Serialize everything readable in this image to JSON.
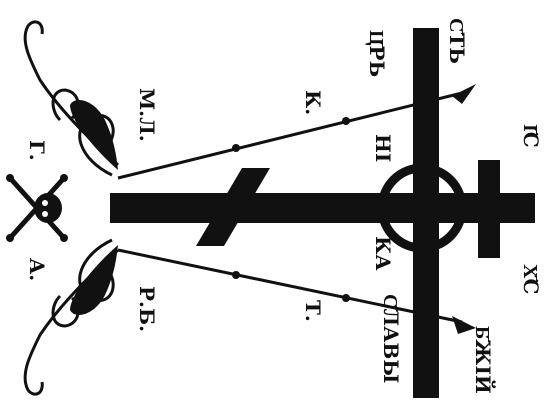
{
  "colors": {
    "ink": "#111111",
    "paper": "#ffffff"
  },
  "labels": {
    "svt": "С҃ТЬ",
    "tsr": "Ц҃РЬ",
    "ic": "І҃С",
    "xc": "Х҃С",
    "ni": "НІ",
    "ka": "КА",
    "k": "К.",
    "t": "Т.",
    "ml": "М.Л.",
    "rb": "Р.Б.",
    "g": "Г.",
    "d": "А.",
    "slavy": "С҃ЛАВЫ",
    "bzhij": "Б҃ЖІЙ"
  },
  "icons": [
    "skull-and-crossbones-icon",
    "spear-icon",
    "sponge-reed-icon",
    "orthodox-cross-icon"
  ]
}
